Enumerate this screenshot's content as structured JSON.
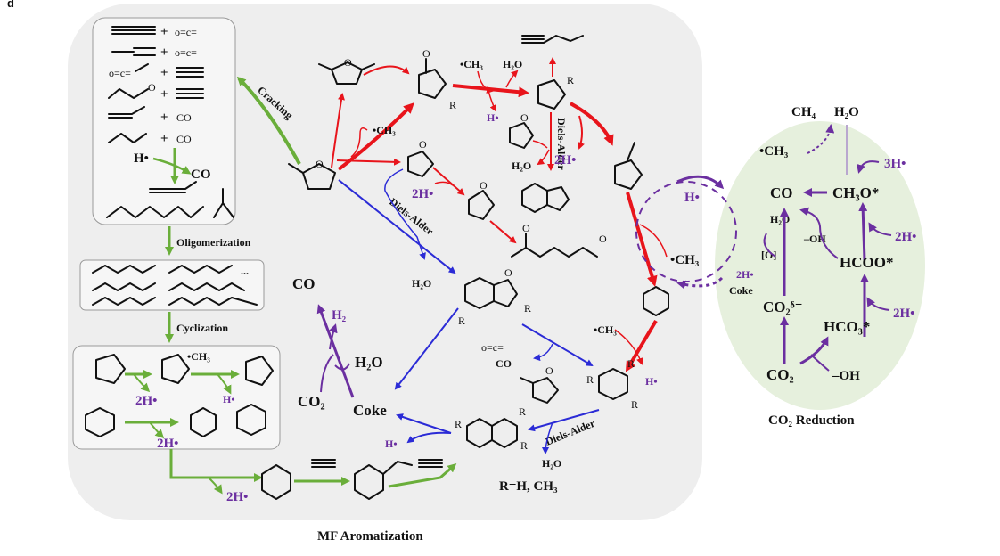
{
  "panel_letter": "d",
  "captions": {
    "left": "MF Aromatization",
    "right": "CO₂ Reduction"
  },
  "process_labels": {
    "cracking": "Cracking",
    "oligomerization": "Oligomerization",
    "cyclization": "Cyclization",
    "diels_alder": "Diels-Alder"
  },
  "species": {
    "h_rad": "H•",
    "two_h": "2H•",
    "three_h": "3H•",
    "ch3": "•CH₃",
    "h2o": "H₂O",
    "co": "CO",
    "co2": "CO₂",
    "h2": "H₂",
    "coke": "Coke",
    "ch4": "CH₄",
    "ch3o": "CH₃O*",
    "hcoo": "HCOO*",
    "hco3": "HCO₃*",
    "co2_delta": "CO₂ᵟ⁻",
    "oh": "–OH",
    "o_bracket": "[O]",
    "two_h_coke": "2H•",
    "r_def": "R=H, CH₃",
    "r": "R",
    "oxygen": "O",
    "plus": "+"
  },
  "cracking_products": [
    {
      "left": "≡",
      "right": "O=C="
    },
    {
      "left": "=C=",
      "right": "O=C="
    },
    {
      "left": "O=C=",
      "right": "≡"
    },
    {
      "left": "∧∧O",
      "right": "≡"
    },
    {
      "left": "=C=∧",
      "right": "CO"
    },
    {
      "left": "∧∧",
      "right": "CO"
    }
  ],
  "colors": {
    "red": "#e8141b",
    "blue": "#2b2bd6",
    "green": "#6aae3a",
    "purple": "#6b2fa0",
    "panel_gray": "#eeeeee",
    "panel_green": "#e6f0dd"
  }
}
